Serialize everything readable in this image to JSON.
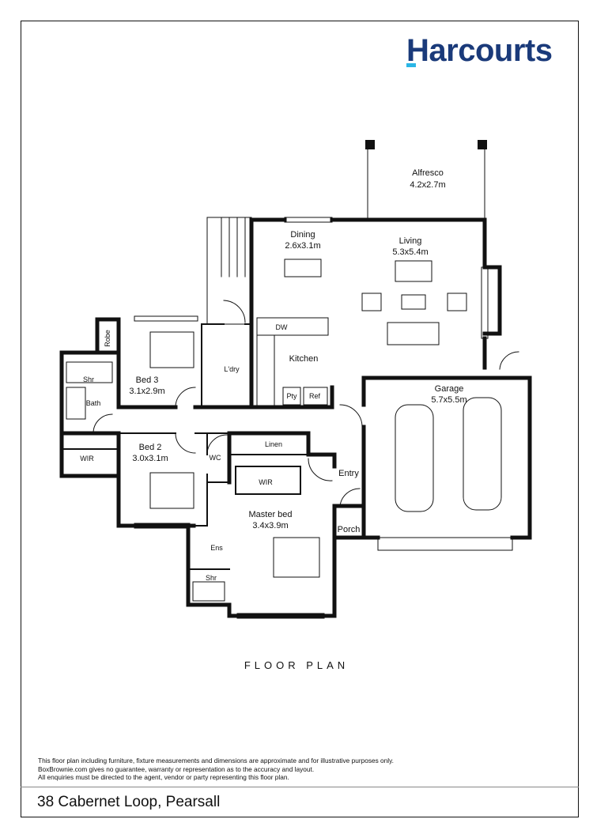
{
  "brand": {
    "name": "Harcourts",
    "color": "#1a3a7a",
    "accent": "#2bb6e6"
  },
  "rooms": {
    "alfresco": {
      "name": "Alfresco",
      "size": "4.2x2.7m"
    },
    "dining": {
      "name": "Dining",
      "size": "2.6x3.1m"
    },
    "living": {
      "name": "Living",
      "size": "5.3x5.4m"
    },
    "kitchen": {
      "name": "Kitchen"
    },
    "dw": "DW",
    "pty": "Pty",
    "ref": "Ref",
    "laundry": "L'dry",
    "bed3": {
      "name": "Bed 3",
      "size": "3.1x2.9m"
    },
    "robe": "Robe",
    "shr": "Shr",
    "bath": "Bath",
    "garage": {
      "name": "Garage",
      "size": "5.7x5.5m"
    },
    "bed2": {
      "name": "Bed 2",
      "size": "3.0x3.1m"
    },
    "wir": "WIR",
    "wc": "WC",
    "linen": "Linen",
    "entry": "Entry",
    "master": {
      "name": "Master bed",
      "size": "3.4x3.9m"
    },
    "porch": "Porch",
    "ens": "Ens"
  },
  "caption": "FLOOR PLAN",
  "disclaimer": {
    "line1": "This floor plan including furniture, fixture measurements and dimensions are approximate and for illustrative purposes only.",
    "line2": "BoxBrownie.com gives no guarantee, warranty or representation as to the accuracy and layout.",
    "line3": "All enquiries must be directed to the agent, vendor or party representing this floor plan."
  },
  "address": "38 Cabernet Loop, Pearsall"
}
